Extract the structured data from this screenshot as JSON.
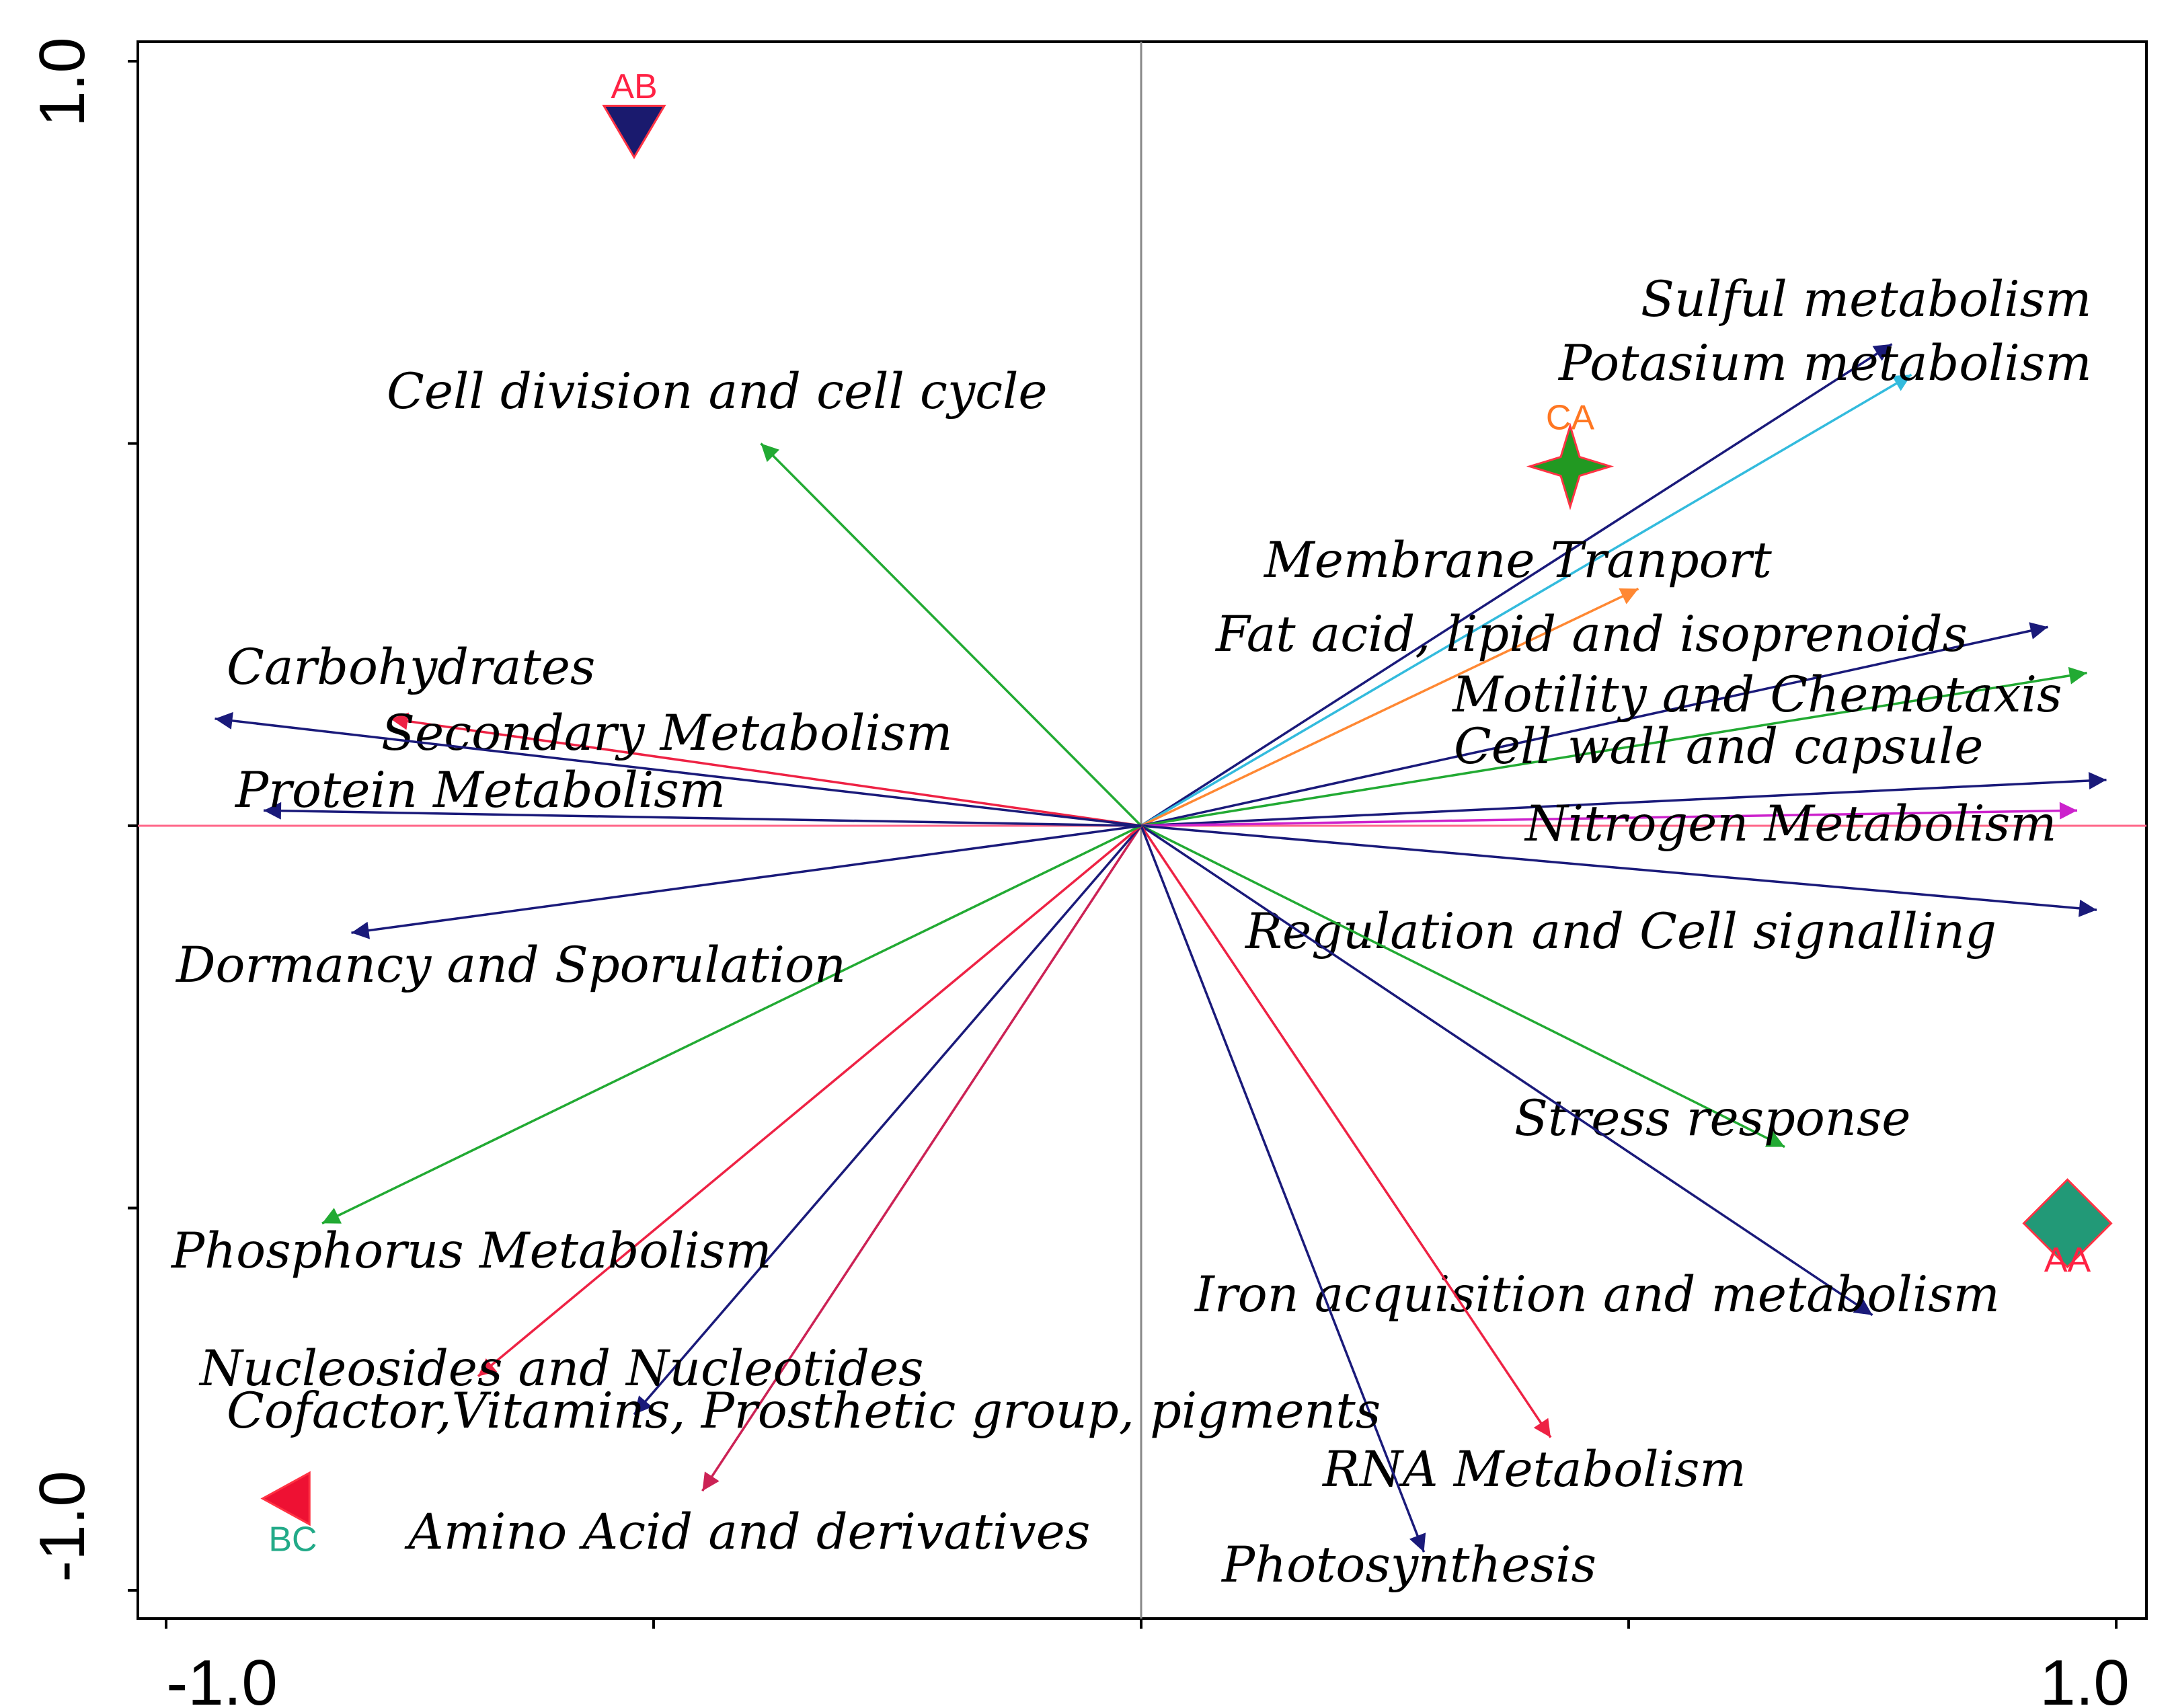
{
  "chart_data": {
    "type": "scatter",
    "subtype": "biplot",
    "title": "",
    "xlabel": "",
    "ylabel": "",
    "xlim": [
      -1.0,
      1.0
    ],
    "ylim": [
      -1.0,
      1.0
    ],
    "x_tick_labels": [
      "-1.0",
      "1.0"
    ],
    "y_tick_labels": [
      "1.0",
      "-1.0"
    ],
    "axis_line_colors": {
      "vertical": "#888888",
      "horizontal": "#ff6688"
    },
    "vectors": [
      {
        "name": "Sulful metabolism",
        "x": 0.77,
        "y": 0.63,
        "color": "#1a1a7a"
      },
      {
        "name": "Potasium metabolism",
        "x": 0.79,
        "y": 0.59,
        "color": "#33bbdd"
      },
      {
        "name": "Cell division and cell cycle",
        "x": -0.39,
        "y": 0.5,
        "color": "#22aa33"
      },
      {
        "name": "Membrane Tranport",
        "x": 0.51,
        "y": 0.31,
        "color": "#ff8833"
      },
      {
        "name": "Fat acid, lipid and isoprenoids",
        "x": 0.93,
        "y": 0.26,
        "color": "#1a1a7a"
      },
      {
        "name": "Motility and Chemotaxis",
        "x": 0.97,
        "y": 0.2,
        "color": "#22aa33"
      },
      {
        "name": "Cell wall and capsule",
        "x": 0.99,
        "y": 0.06,
        "color": "#1a1a7a"
      },
      {
        "name": "Nitrogen Metabolism",
        "x": 0.96,
        "y": 0.02,
        "color": "#cc22cc"
      },
      {
        "name": "Regulation and Cell signalling",
        "x": 0.98,
        "y": -0.11,
        "color": "#1a1a7a"
      },
      {
        "name": "Stress response",
        "x": 0.66,
        "y": -0.42,
        "color": "#22aa33"
      },
      {
        "name": "Iron acquisition and metabolism",
        "x": 0.75,
        "y": -0.64,
        "color": "#1a1a7a"
      },
      {
        "name": "RNA Metabolism",
        "x": 0.42,
        "y": -0.8,
        "color": "#ee2244"
      },
      {
        "name": "Photosynthesis",
        "x": 0.29,
        "y": -0.95,
        "color": "#1a1a7a"
      },
      {
        "name": "Amino Acid and derivatives",
        "x": -0.45,
        "y": -0.87,
        "color": "#cc2255"
      },
      {
        "name": "Cofactor,Vitamins, Prosthetic group, pigments",
        "x": -0.52,
        "y": -0.77,
        "color": "#1a1a7a"
      },
      {
        "name": "Nucleosides and Nucleotides",
        "x": -0.68,
        "y": -0.72,
        "color": "#ee2244"
      },
      {
        "name": "Phosphorus Metabolism",
        "x": -0.84,
        "y": -0.52,
        "color": "#22aa33"
      },
      {
        "name": "Dormancy and Sporulation",
        "x": -0.81,
        "y": -0.14,
        "color": "#1a1a7a"
      },
      {
        "name": "Protein Metabolism",
        "x": -0.9,
        "y": 0.02,
        "color": "#1a1a7a"
      },
      {
        "name": "Secondary Metabolism",
        "x": -0.77,
        "y": 0.14,
        "color": "#ee2244"
      },
      {
        "name": "Carbohydrates",
        "x": -0.95,
        "y": 0.14,
        "color": "#1a1a7a"
      }
    ],
    "samples": [
      {
        "name": "AB",
        "x": -0.52,
        "y": 0.91,
        "marker": "triangle-down",
        "fill": "#1a1a6e",
        "label_color": "#ff2244"
      },
      {
        "name": "CA",
        "x": 0.44,
        "y": 0.47,
        "marker": "star4",
        "fill": "#229922",
        "label_color": "#ff7722"
      },
      {
        "name": "AA",
        "x": 0.95,
        "y": -0.52,
        "marker": "diamond",
        "fill": "#229977",
        "label_color": "#ff2244"
      },
      {
        "name": "BC",
        "x": -0.87,
        "y": -0.88,
        "marker": "triangle-left",
        "fill": "#ee1133",
        "label_color": "#22aa88"
      }
    ]
  }
}
